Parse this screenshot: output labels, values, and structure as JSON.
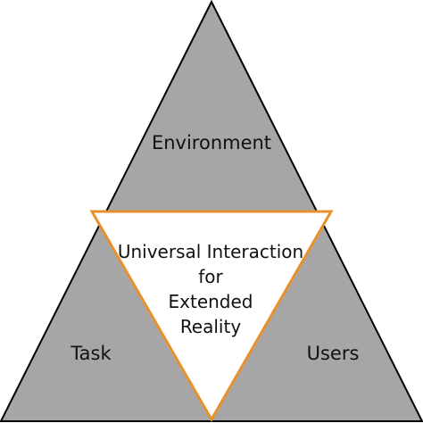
{
  "diagram": {
    "top_label": "Environment",
    "left_label": "Task",
    "right_label": "Users",
    "center_lines": [
      "Universal Interaction",
      "for",
      "Extended",
      "Reality"
    ]
  },
  "colors": {
    "background": "#ffffff",
    "outer_fill": "#a6a6a6",
    "outer_stroke": "#000000",
    "center_fill": "#ffffff",
    "center_stroke": "#e8912c",
    "text": "#111111"
  }
}
